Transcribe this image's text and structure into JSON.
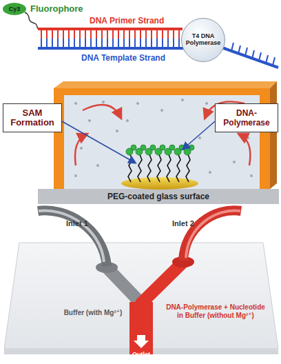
{
  "diagram": {
    "nodes": [
      {
        "text": [
          "Cy3"
        ]
      },
      {
        "text": [
          "T4 DNA Polymerase"
        ]
      },
      {
        "text": [
          "SAM Formation"
        ]
      },
      {
        "text": [
          "DNA-Polymerase"
        ]
      },
      {
        "text": [
          "PEG-coated glass surface"
        ]
      }
    ],
    "labels": [
      "Fluorophore",
      "DNA Primer Strand",
      "DNA Template Strand",
      "Inlet 1",
      "Inlet 2",
      "Buffer (with Mg²⁺)",
      "DNA-Polymerase + Nucleotide in Buffer (without Mg²⁺)",
      "Outlet"
    ]
  }
}
